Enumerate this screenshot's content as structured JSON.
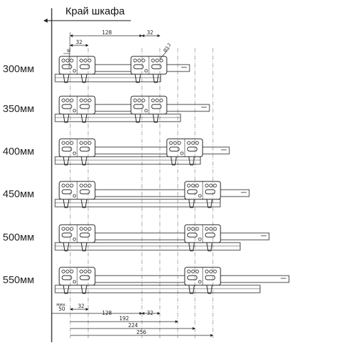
{
  "edge_label": "Край шкафа",
  "rows": [
    {
      "label": "300мм",
      "length": 300,
      "holes": [
        32,
        128,
        160
      ]
    },
    {
      "label": "350мм",
      "length": 350,
      "holes": [
        32,
        128,
        160
      ]
    },
    {
      "label": "400мм",
      "length": 400,
      "holes": [
        32,
        192,
        224
      ]
    },
    {
      "label": "450мм",
      "length": 450,
      "holes": [
        32,
        224,
        256
      ]
    },
    {
      "label": "500мм",
      "length": 500,
      "holes": [
        32,
        224,
        256
      ]
    },
    {
      "label": "550мм",
      "length": 550,
      "holes": [
        32,
        224,
        256
      ]
    }
  ],
  "top_dims": {
    "d1": "128",
    "d2": "32",
    "d3": "32",
    "d4": "9",
    "hole": "Ø3,2"
  },
  "bottom_dims": {
    "min_label": "мин.",
    "min_value": "50",
    "d32a": "32",
    "d128": "128",
    "d32b": "32",
    "d192": "192",
    "d224": "224",
    "d256": "256"
  },
  "colors": {
    "line": "#222222",
    "rail": "#333333",
    "fill": "#ffffff"
  }
}
